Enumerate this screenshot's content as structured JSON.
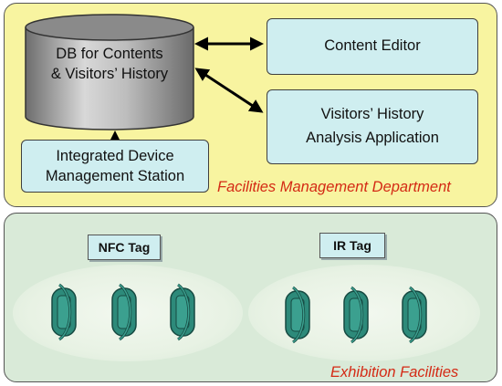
{
  "management": {
    "db_line1": "DB for Contents",
    "db_line2": "& Visitors’ History",
    "content_editor": "Content Editor",
    "history_line1": "Visitors’ History",
    "history_line2": "Analysis Application",
    "device_line1": "Integrated Device",
    "device_line2": "Management Station",
    "department_label": "Facilities Management Department"
  },
  "exhibition": {
    "nfc_tag": "NFC Tag",
    "ir_tag": "IR Tag",
    "facilities_label": "Exhibition Facilities",
    "nfc_device_count": 3,
    "ir_device_count": 3
  },
  "colors": {
    "management_bg": "#f8f4a0",
    "exhibition_bg": "#d9ead8",
    "box_fill": "#cfeef0",
    "device_color": "#2d8a7a",
    "label_red": "#d42a15"
  }
}
